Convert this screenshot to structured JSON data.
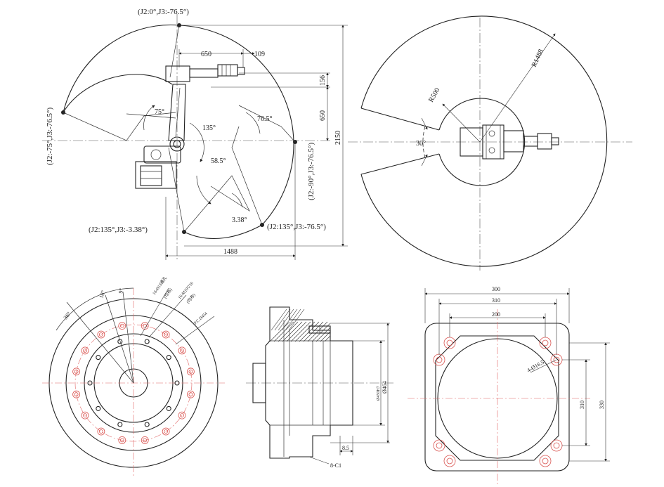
{
  "workspace_side": {
    "pose_top": "(J2:0°,J3:-76.5°)",
    "pose_left": "(J2:-75°,J3:-76.5°)",
    "pose_right": "(J2:-90°,J3:-76.5°)",
    "pose_bottom_left": "(J2:135°,J3:-3.38°)",
    "pose_bottom_right": "(J2:135°,J3:-76.5°)",
    "dim_650_top": "650",
    "dim_109": "109",
    "dim_156": "156",
    "dim_650_right": "650",
    "dim_2150": "2150",
    "dim_1488": "1488",
    "angle_75": "75°",
    "angle_135": "135°",
    "angle_76_5": "76.5°",
    "angle_58_5": "58.5°",
    "angle_3_38": "3.38°"
  },
  "workspace_top": {
    "radius_outer": "R1488",
    "radius_inner": "R500",
    "angle": "30°"
  },
  "flange_front": {
    "hole_callout_1": "16-Ø13通孔",
    "hole_callout_1_sub": "(均布)",
    "hole_callout_2": "16-M10▽16",
    "hole_callout_2_sub": "(均布)",
    "pcd": "P.C.D454",
    "angle_36": "36°",
    "angle_18": "18°",
    "angle_9": "9°"
  },
  "flange_section": {
    "dim_diameter_fit": "Ø450H7",
    "dim_diameter": "Ø464",
    "dim_8_5": "8.5",
    "chamfer": "8-C1"
  },
  "base_plate": {
    "dim_width_outer": "300",
    "dim_width_holes": "310",
    "dim_width_inner": "200",
    "dim_height_holes": "310",
    "dim_height_outer": "330",
    "hole_callout": "4-Ø16.5"
  }
}
